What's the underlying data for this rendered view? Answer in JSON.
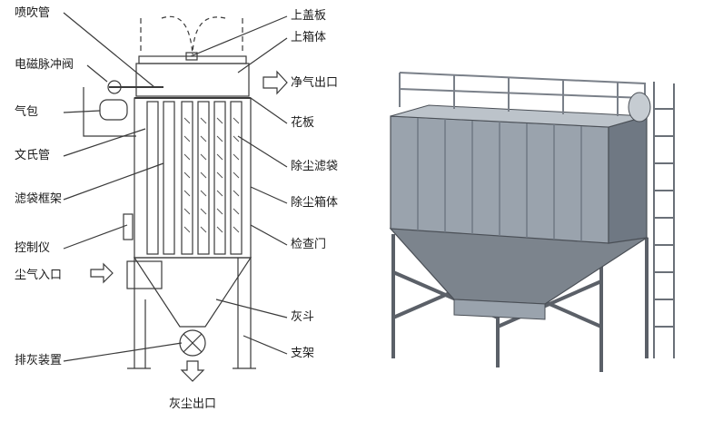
{
  "labels": {
    "spray_pipe": "喷吹管",
    "pulse_valve": "电磁脉冲阀",
    "air_bag": "气包",
    "venturi": "文氏管",
    "bag_cage": "滤袋框架",
    "controller": "控制仪",
    "dust_inlet": "尘气入口",
    "discharge": "排灰装置",
    "upper_cover": "上盖板",
    "upper_box": "上箱体",
    "clean_outlet": "净气出口",
    "tube_sheet": "花板",
    "filter_bag": "除尘滤袋",
    "dust_box": "除尘箱体",
    "inspection_door": "检查门",
    "ash_hopper": "灰斗",
    "support": "支架",
    "ash_outlet": "灰尘出口"
  },
  "colors": {
    "line": "#3a3a3a",
    "panel": "#9aa3ad",
    "panel_dark": "#6f7883",
    "frame": "#5b6068",
    "hopper": "#7c848d"
  },
  "icons": {
    "arrow": "hollow-arrow-icon"
  }
}
